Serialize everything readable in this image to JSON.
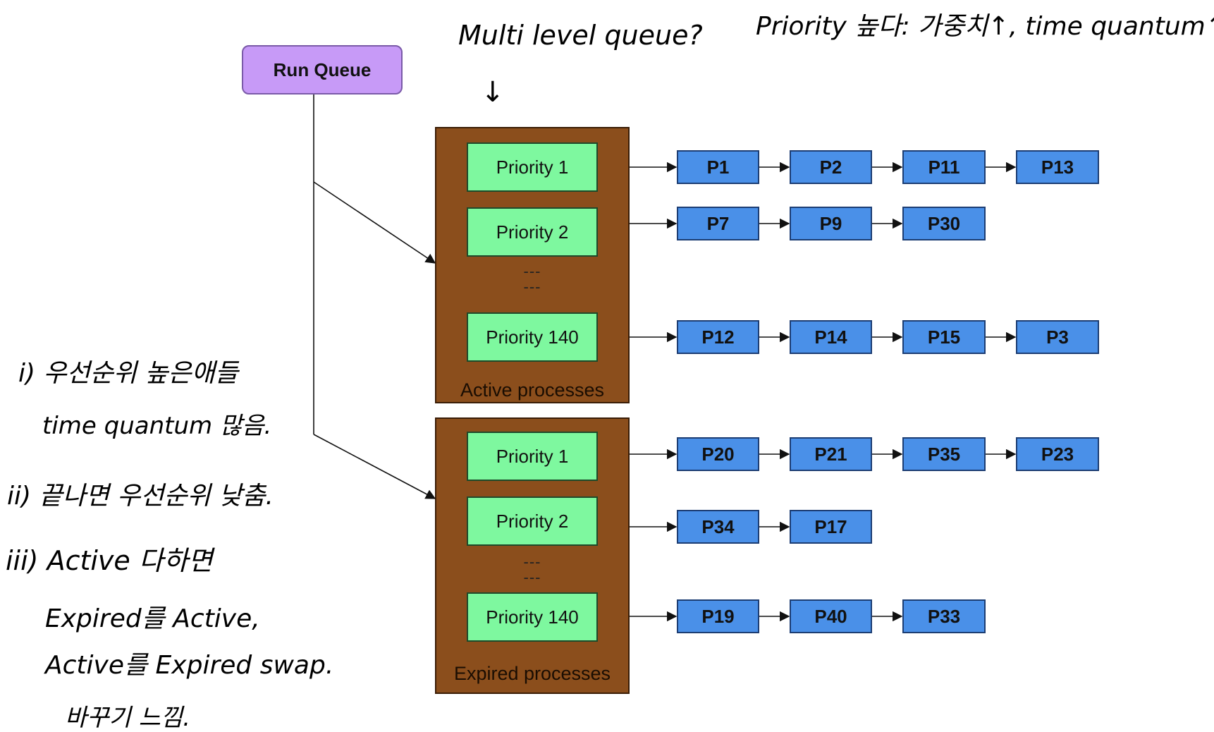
{
  "run_queue": {
    "label": "Run Queue"
  },
  "groups": [
    {
      "label": "Active processes",
      "rows": [
        {
          "priority": "Priority 1",
          "procs": [
            "P1",
            "P2",
            "P11",
            "P13"
          ]
        },
        {
          "priority": "Priority 2",
          "procs": [
            "P7",
            "P9",
            "P30"
          ]
        },
        {
          "priority": "Priority 140",
          "procs": [
            "P12",
            "P14",
            "P15",
            "P3"
          ]
        }
      ]
    },
    {
      "label": "Expired processes",
      "rows": [
        {
          "priority": "Priority 1",
          "procs": [
            "P20",
            "P21",
            "P35",
            "P23"
          ]
        },
        {
          "priority": "Priority 2",
          "procs": [
            "P34",
            "P17"
          ]
        },
        {
          "priority": "Priority 140",
          "procs": [
            "P19",
            "P40",
            "P33"
          ]
        }
      ]
    }
  ],
  "ellipsis": "---",
  "notes": {
    "multilevel": "Multi level queue?",
    "multilevel_arrow": "↓",
    "priority": "Priority 높다: 가중치↑, time quantum↑.",
    "note1_a": "i) 우선순위 높은애들",
    "note1_b": "time quantum 많음.",
    "note2": "ii) 끝나면 우선순위 낮춤.",
    "note3_a": "iii) Active 다하면",
    "note3_b": "Expired를 Active,",
    "note3_c": "Active를 Expired swap.",
    "note3_d": "바꾸기 느낌."
  }
}
